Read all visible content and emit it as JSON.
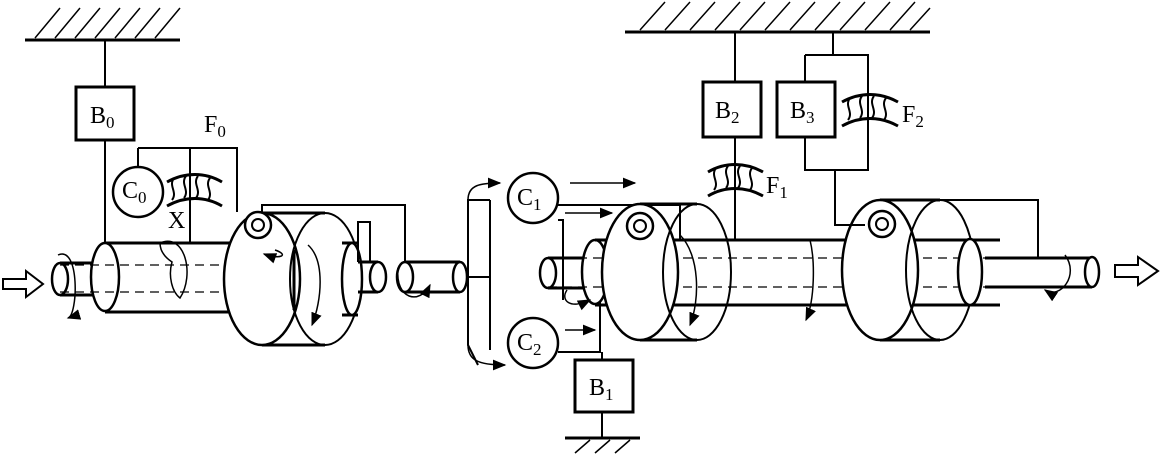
{
  "diagram": {
    "brakes": [
      {
        "id": "B0",
        "letter": "B",
        "sub": "0"
      },
      {
        "id": "B1",
        "letter": "B",
        "sub": "1"
      },
      {
        "id": "B2",
        "letter": "B",
        "sub": "2"
      },
      {
        "id": "B3",
        "letter": "B",
        "sub": "3"
      }
    ],
    "clutches": [
      {
        "id": "C0",
        "letter": "C",
        "sub": "0"
      },
      {
        "id": "C1",
        "letter": "C",
        "sub": "1"
      },
      {
        "id": "C2",
        "letter": "C",
        "sub": "2"
      }
    ],
    "one_way_clutches": [
      {
        "id": "F0",
        "letter": "F",
        "sub": "0"
      },
      {
        "id": "F1",
        "letter": "F",
        "sub": "1"
      },
      {
        "id": "F2",
        "letter": "F",
        "sub": "2"
      }
    ],
    "marker": "X"
  }
}
